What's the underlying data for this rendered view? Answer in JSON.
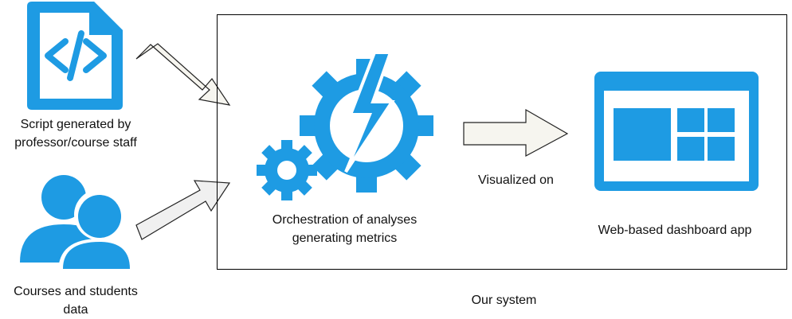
{
  "colors": {
    "icon_blue": "#1e9be3",
    "arrow_fill": "#f6f5ef",
    "arrow_stroke": "#222222"
  },
  "inputs": {
    "script": {
      "icon": "code-file-icon",
      "label_line1": "Script generated by",
      "label_line2": "professor/course staff"
    },
    "data": {
      "icon": "users-icon",
      "label_line1": "Courses and students",
      "label_line2": "data"
    }
  },
  "system": {
    "label": "Our system",
    "orchestration": {
      "icon": "gears-lightning-icon",
      "label_line1": "Orchestration of analyses",
      "label_line2": "generating metrics"
    },
    "edge_label": "Visualized on",
    "dashboard": {
      "icon": "dashboard-window-icon",
      "label": "Web-based dashboard app"
    }
  }
}
